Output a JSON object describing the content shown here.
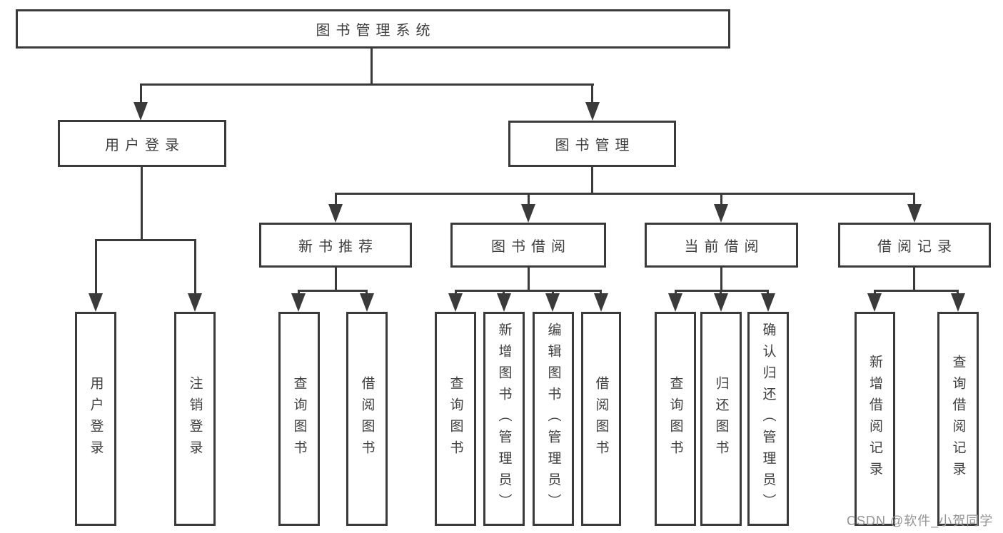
{
  "title": "图书管理系统",
  "tree": {
    "label": "图书管理系统",
    "children": [
      {
        "label": "用户登录",
        "children": [
          {
            "label": "用户登录"
          },
          {
            "label": "注销登录"
          }
        ]
      },
      {
        "label": "图书管理",
        "children": [
          {
            "label": "新书推荐",
            "children": [
              {
                "label": "查询图书"
              },
              {
                "label": "借阅图书"
              }
            ]
          },
          {
            "label": "图书借阅",
            "children": [
              {
                "label": "查询图书"
              },
              {
                "label": "新增图书（管理员）"
              },
              {
                "label": "编辑图书（管理员）"
              },
              {
                "label": "借阅图书"
              }
            ]
          },
          {
            "label": "当前借阅",
            "children": [
              {
                "label": "查询图书"
              },
              {
                "label": "归还图书"
              },
              {
                "label": "确认归还（管理员）"
              }
            ]
          },
          {
            "label": "借阅记录",
            "children": [
              {
                "label": "新增借阅记录"
              },
              {
                "label": "查询借阅记录"
              }
            ]
          }
        ]
      }
    ]
  },
  "watermark": "CSDN @软件_小贺同学",
  "colors": {
    "line": "#3a3a3a",
    "text": "#3f3f3f",
    "watermark": "#949494",
    "background": "#ffffff"
  }
}
